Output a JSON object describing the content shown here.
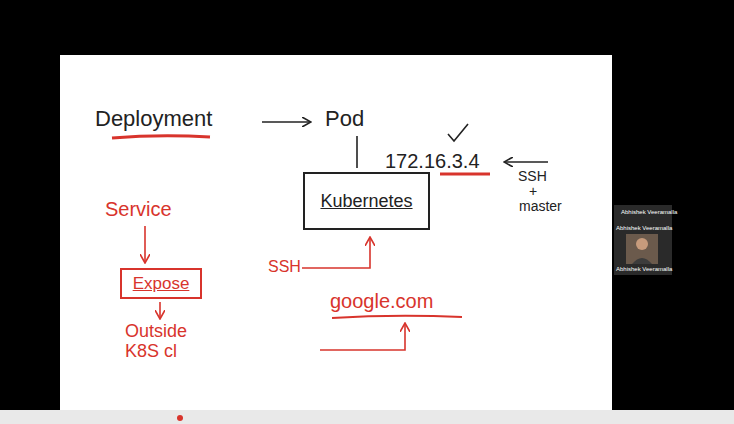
{
  "diagram": {
    "nodes": [
      {
        "text": [
          "Kubernetes"
        ]
      },
      {
        "text": [
          "Expose"
        ]
      }
    ],
    "labels": [
      "Deployment",
      "Pod",
      "172.16.3.4",
      "SSH",
      "+",
      "master",
      "Service",
      "Outside K8S cl",
      "SSH",
      "google.com",
      "Abhishek Veeramalla",
      "Abhishek Veeramalla",
      "Abhishek Veeramalla"
    ]
  }
}
